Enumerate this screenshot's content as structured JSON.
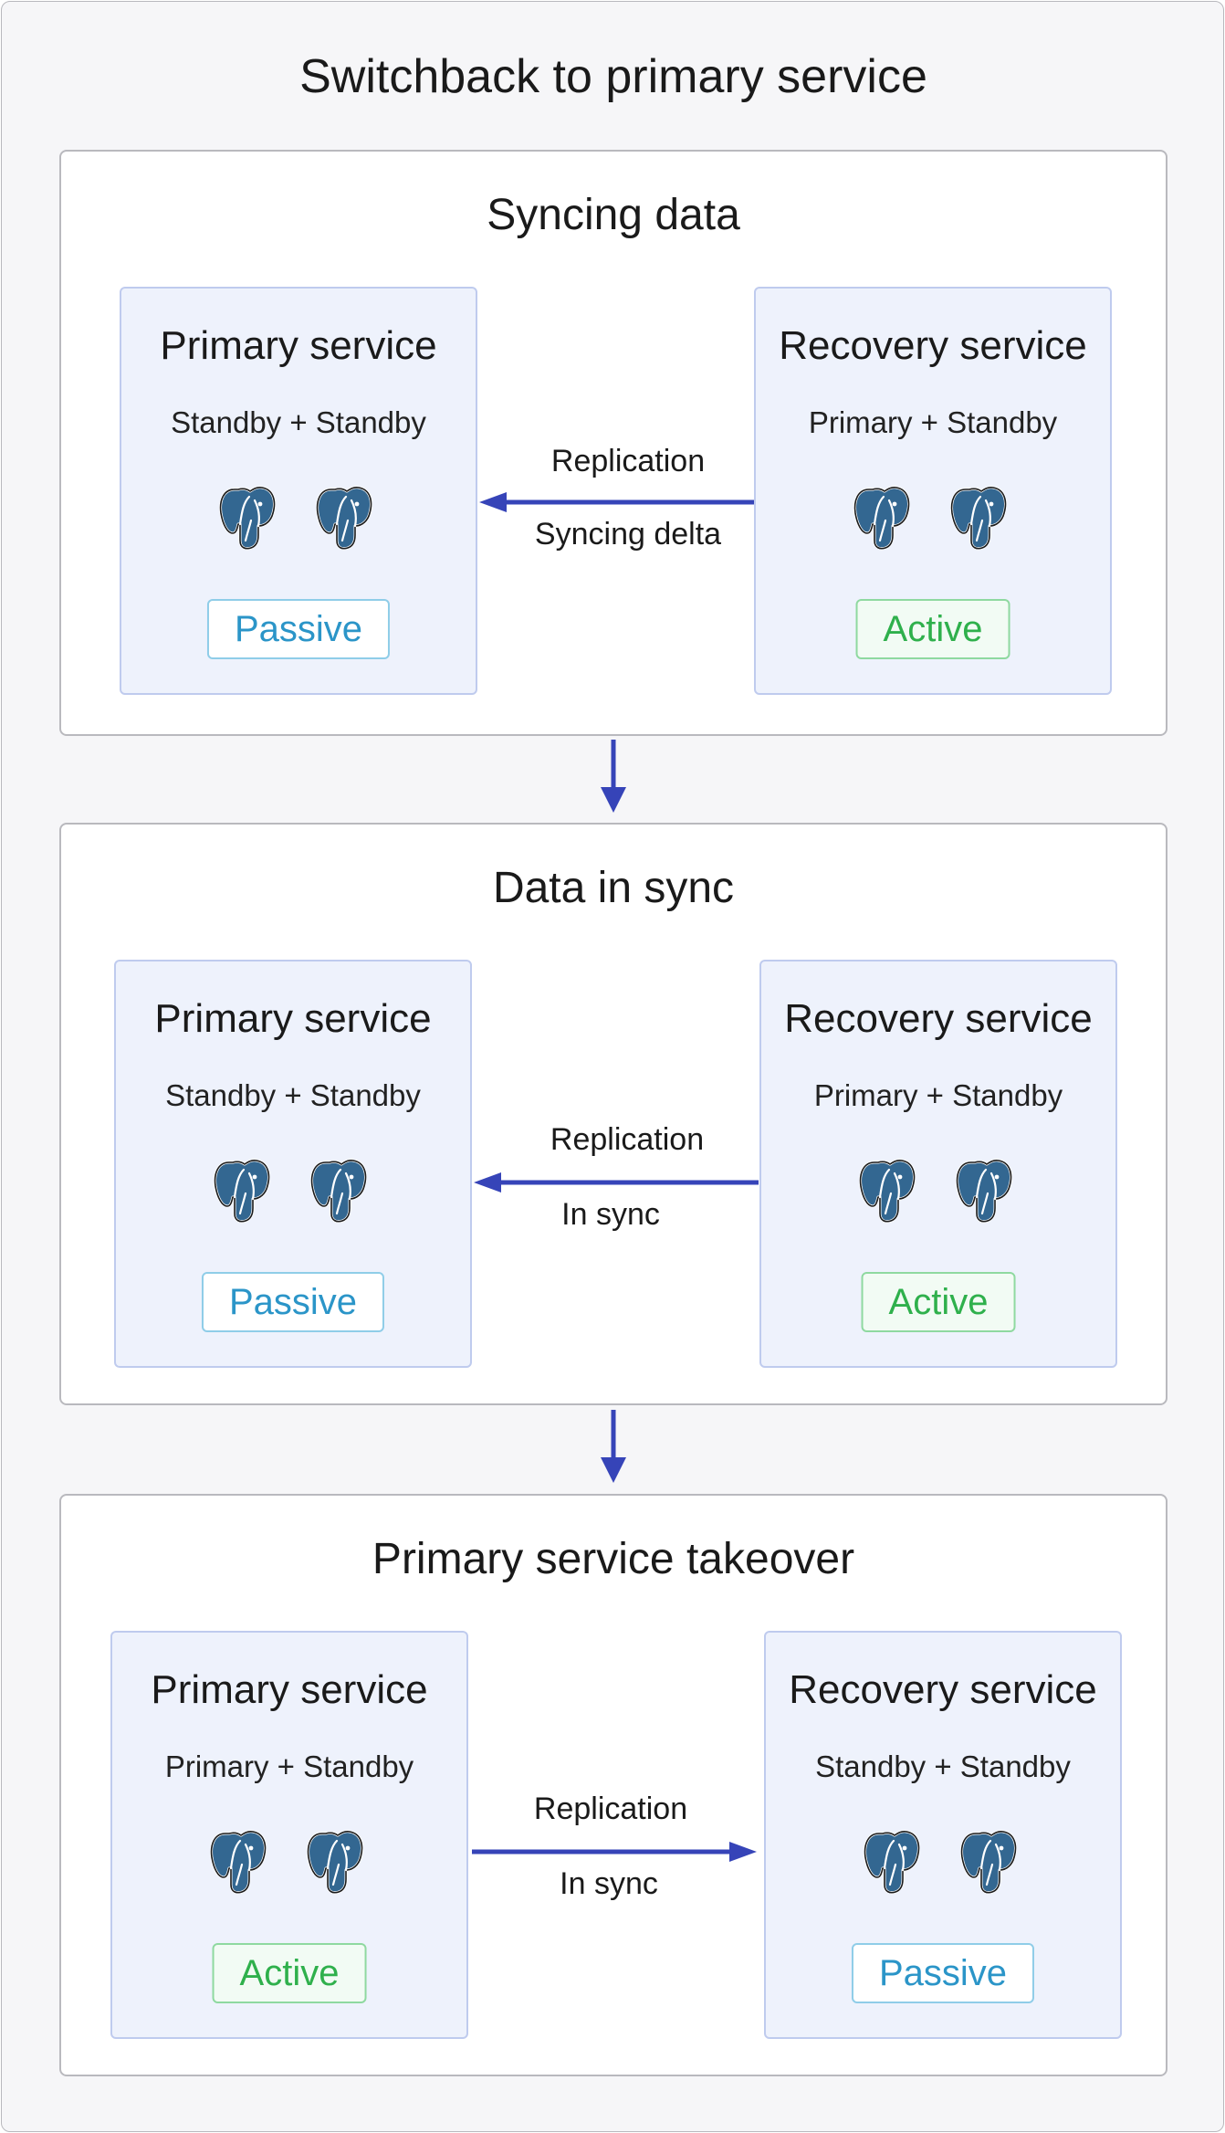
{
  "title": "Switchback to primary service",
  "colors": {
    "arrow": "#3644b8",
    "passive": "#2b95c8",
    "active": "#2fb04c",
    "service_panel": "#eef2fc",
    "elephant": "#336791"
  },
  "icons": {
    "database": "postgresql-elephant-icon"
  },
  "stages": [
    {
      "title": "Syncing data",
      "left": {
        "title": "Primary service",
        "roles": "Standby + Standby",
        "status": "Passive"
      },
      "right": {
        "title": "Recovery service",
        "roles": "Primary + Standby",
        "status": "Active"
      },
      "link": {
        "label": "Replication",
        "sub": "Syncing delta",
        "direction": "to-left"
      }
    },
    {
      "title": "Data in sync",
      "left": {
        "title": "Primary service",
        "roles": "Standby + Standby",
        "status": "Passive"
      },
      "right": {
        "title": "Recovery service",
        "roles": "Primary + Standby",
        "status": "Active"
      },
      "link": {
        "label": "Replication",
        "sub": "In sync",
        "direction": "to-left"
      }
    },
    {
      "title": "Primary service takeover",
      "left": {
        "title": "Primary service",
        "roles": "Primary + Standby",
        "status": "Active"
      },
      "right": {
        "title": "Recovery service",
        "roles": "Standby + Standby",
        "status": "Passive"
      },
      "link": {
        "label": "Replication",
        "sub": "In sync",
        "direction": "to-right"
      }
    }
  ]
}
